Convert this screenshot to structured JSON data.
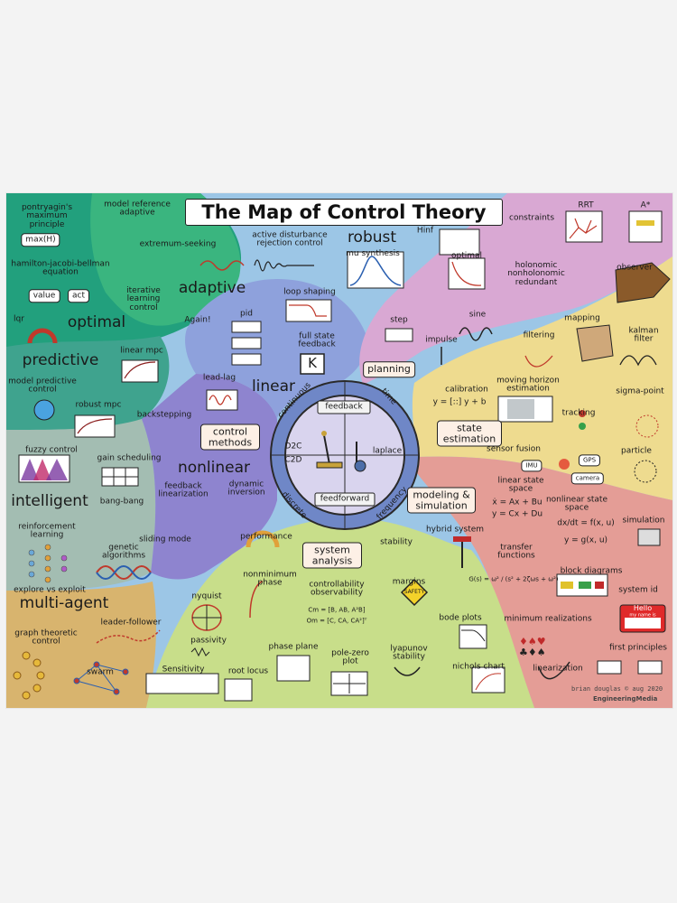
{
  "title": "The Map of Control Theory",
  "credit": "brian douglas © aug 2020",
  "publisher": "EngineeringMedia",
  "center": {
    "feedback": "feedback",
    "feedforward": "feedforward",
    "continuous": "continuous",
    "discrete": "discrete",
    "time": "time",
    "frequency": "frequency",
    "d2c": "D2C",
    "c2d": "C2D",
    "laplace": "laplace"
  },
  "hubs": {
    "optimal": "optimal",
    "adaptive": "adaptive",
    "predictive": "predictive",
    "robust": "robust",
    "linear": "linear",
    "control_methods": "control methods",
    "nonlinear": "nonlinear",
    "intelligent": "intelligent",
    "multi_agent": "multi-agent",
    "planning": "planning",
    "state_estimation": "state estimation",
    "modeling_simulation": "modeling & simulation",
    "system_analysis": "system analysis"
  },
  "topics": {
    "pontryagin": "pontryagin's maximum principle",
    "maxH": "max(H)",
    "hjb": "hamilton-jacobi-bellman equation",
    "hjb_value": "value",
    "hjb_act": "act",
    "lqr": "lqr",
    "mrac": "model reference adaptive",
    "extremum": "extremum-seeking",
    "ilc": "iterative learning control",
    "again": "Again!",
    "adrc": "active disturbance rejection control",
    "hinf": "Hinf",
    "mu": "mu synthesis",
    "loop_shaping": "loop shaping",
    "pid": "pid",
    "fsf": "full state feedback",
    "k": "K",
    "lead_lag": "lead-lag",
    "linear_mpc": "linear mpc",
    "mpc": "model predictive control",
    "robust_mpc": "robust mpc",
    "backstepping": "backstepping",
    "fuzzy": "fuzzy control",
    "gain_sched": "gain scheduling",
    "bang_bang": "bang-bang",
    "fb_lin": "feedback linearization",
    "dyn_inv": "dynamic inversion",
    "rl": "reinforcement learning",
    "explore": "explore vs exploit",
    "genetic": "genetic algorithms",
    "sliding": "sliding mode",
    "leader": "leader-follower",
    "graph": "graph theoretic control",
    "swarm": "swarm",
    "constraints": "constraints",
    "rrt": "RRT",
    "astar": "A*",
    "optimal_plan": "optimal",
    "holonomic": "holonomic nonholonomic redundant",
    "step": "step",
    "sine": "sine",
    "impulse": "impulse",
    "observer": "observer",
    "mapping": "mapping",
    "kalman": "kalman filter",
    "filtering": "filtering",
    "calibration": "calibration",
    "calib_eq": "y = [::] y + b",
    "mhe": "moving horizon estimation",
    "sigma": "sigma-point",
    "tracking": "tracking",
    "particle": "particle",
    "sensor_fusion": "sensor fusion",
    "imu": "IMU",
    "gps": "GPS",
    "camera": "camera",
    "linear_ss": "linear state space",
    "lss_eq1": "ẋ = Ax + Bu",
    "lss_eq2": "y = Cx + Du",
    "nonlinear_ss": "nonlinear state space",
    "nss_eq1": "dx/dt = f(x, u)",
    "nss_eq2": "y = g(x, u)",
    "simulation": "simulation",
    "hybrid": "hybrid system",
    "transfer": "transfer functions",
    "tf_eq": "G(s) = ω² / (s² + 2ζωs + ω²)",
    "block": "block diagrams",
    "sysid": "system id",
    "min_real": "minimum realizations",
    "first_principles": "first principles",
    "linearization": "linearization",
    "hello": "Hello",
    "hello_sub": "my name is",
    "performance": "performance",
    "stability": "stability",
    "nonmin": "nonminimum phase",
    "ctrb": "controllability observability",
    "cm": "Cm = [B, AB, A²B]",
    "om": "Om = [C, CA, CA²]ᵀ",
    "margins": "margins",
    "safety": "SAFETY",
    "nyquist": "nyquist",
    "passivity": "passivity",
    "phase_plane": "phase plane",
    "pz": "pole-zero plot",
    "lyapunov": "lyapunov stability",
    "bode": "bode plots",
    "nichols": "nichols chart",
    "sensitivity": "Sensitivity",
    "root_locus": "root locus"
  },
  "colors": {
    "optimal": "#1f9e7c",
    "adaptive": "#35b47e",
    "predictive": "#3a9e8e",
    "robust": "#8fc5e6",
    "linear": "#8c9fd9",
    "nonlinear": "#8d82cc",
    "intelligent": "#9cb6b0",
    "multi_agent": "#d9b36c",
    "planning": "#d8a9d3",
    "estimation": "#ecd98c",
    "modeling": "#e49c96",
    "analysis": "#c8dd8a",
    "center": "#6e86c6"
  }
}
